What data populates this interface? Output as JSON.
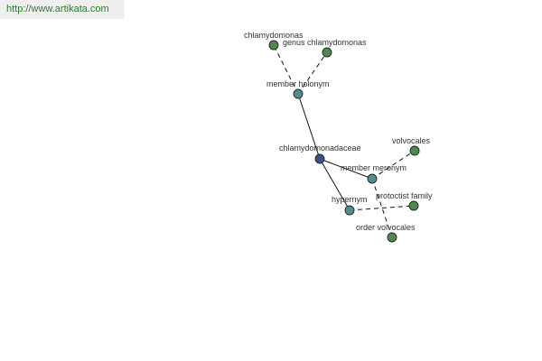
{
  "source": {
    "url_text": "http://www.artikata.com"
  },
  "colors": {
    "background": "#ffffff",
    "source_bar": "#efefef",
    "source_text": "#2d7a2d",
    "center_node": "#3a4f8c",
    "relation_node": "#4f8f8f",
    "term_node": "#4e8a4e",
    "edge": "#111111"
  },
  "graph": {
    "nodes": [
      {
        "id": "center",
        "kind": "center",
        "label": "chlamydomonadaceae"
      },
      {
        "id": "holonym",
        "kind": "relation",
        "label": "member holonym"
      },
      {
        "id": "meronym",
        "kind": "relation",
        "label": "member meronym"
      },
      {
        "id": "hypernym",
        "kind": "relation",
        "label": "hypernym"
      },
      {
        "id": "chlamydomonas",
        "kind": "term",
        "label": "chlamydomonas"
      },
      {
        "id": "genus",
        "kind": "term",
        "label": "genus chlamydomonas"
      },
      {
        "id": "volvocales",
        "kind": "term",
        "label": "volvocales"
      },
      {
        "id": "protoctist",
        "kind": "term",
        "label": "protoctist family"
      },
      {
        "id": "order",
        "kind": "term",
        "label": "order volvocales"
      }
    ],
    "edges": [
      {
        "from": "center",
        "to": "holonym",
        "style": "solid"
      },
      {
        "from": "center",
        "to": "meronym",
        "style": "solid"
      },
      {
        "from": "center",
        "to": "hypernym",
        "style": "solid"
      },
      {
        "from": "holonym",
        "to": "chlamydomonas",
        "style": "dashed"
      },
      {
        "from": "holonym",
        "to": "genus",
        "style": "dashed"
      },
      {
        "from": "meronym",
        "to": "volvocales",
        "style": "dashed"
      },
      {
        "from": "meronym",
        "to": "order",
        "style": "dashed"
      },
      {
        "from": "hypernym",
        "to": "protoctist",
        "style": "dashed"
      }
    ]
  }
}
